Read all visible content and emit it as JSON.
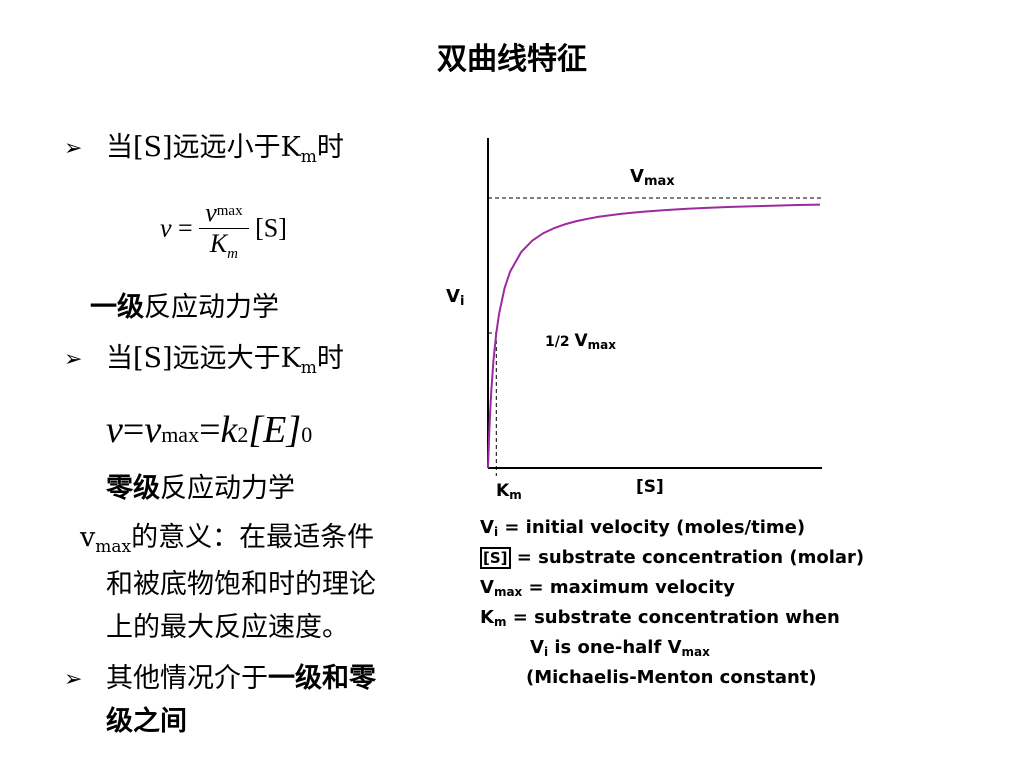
{
  "page": {
    "title": "双曲线特征",
    "bullets": {
      "b1": {
        "pre": "当[S]远远小于K",
        "sub": "m",
        "post": "时"
      },
      "b2": {
        "pre": "当[S]远远大于K",
        "sub": "m",
        "post": "时"
      },
      "b3": {
        "a": "其他情况介于",
        "b": "一级和零",
        "c": "级之间"
      }
    },
    "formula1": {
      "v": "v",
      "eq": "=",
      "num_v": "v",
      "num_sub": "max",
      "den_k": "K",
      "den_sub": "m",
      "s": "[S]"
    },
    "formula2": {
      "v": "v",
      "eq1": "=",
      "vmax_v": "v",
      "vmax_sub": "max",
      "eq2": "=",
      "k": "k",
      "k_sub": "2",
      "e": "[E]",
      "e_sub": "0"
    },
    "first_order": {
      "bold": "一级",
      "rest": "反应动力学"
    },
    "zero_order": {
      "bold": "零级",
      "rest": "反应动力学"
    },
    "vmax_meaning": {
      "v": "v",
      "sub": "max",
      "line1": "的意义：在最适条件",
      "line2": "和被底物饱和时的理论",
      "line3": "上的最大反应速度。"
    },
    "legend": {
      "l1": {
        "v": "V",
        "s": "i",
        "t": " = initial velocity (moles/time)"
      },
      "l2": {
        "v": "[S]",
        "t": " = substrate concentration (molar)"
      },
      "l3": {
        "v": "V",
        "s": "max",
        "t": " = maximum velocity"
      },
      "l4": {
        "v": "K",
        "s": "m",
        "t": " = substrate concentration when"
      },
      "l5": {
        "v": "V",
        "s": "i",
        "t": " is one-half V",
        "s2": "max"
      },
      "l6": {
        "t": "(Michaelis-Menton constant)"
      }
    }
  },
  "chart_data": {
    "type": "line",
    "series": [
      {
        "x": [
          0,
          0.05,
          0.1,
          0.2,
          0.3,
          0.5,
          0.75,
          1,
          1.5,
          2,
          3,
          4,
          5,
          6,
          7,
          8,
          9,
          10,
          12,
          14,
          16,
          18,
          20,
          22,
          24,
          26,
          28,
          30
        ],
        "color": "#9b2a9e"
      }
    ],
    "vmax": 1.0,
    "km": 0.75,
    "half_vmax": 0.5,
    "curve_color": "#9b2a9e",
    "ylabel": {
      "v": "V",
      "s": "i"
    },
    "xlabel": "[S]",
    "vmax_label": {
      "v": "V",
      "s": "max"
    },
    "half_label": {
      "p": "1/2 ",
      "v": "V",
      "s": "max"
    },
    "km_label": {
      "v": "K",
      "s": "m"
    },
    "grid": false,
    "xlim": [
      0,
      30
    ],
    "ylim": [
      0,
      1.0
    ]
  }
}
